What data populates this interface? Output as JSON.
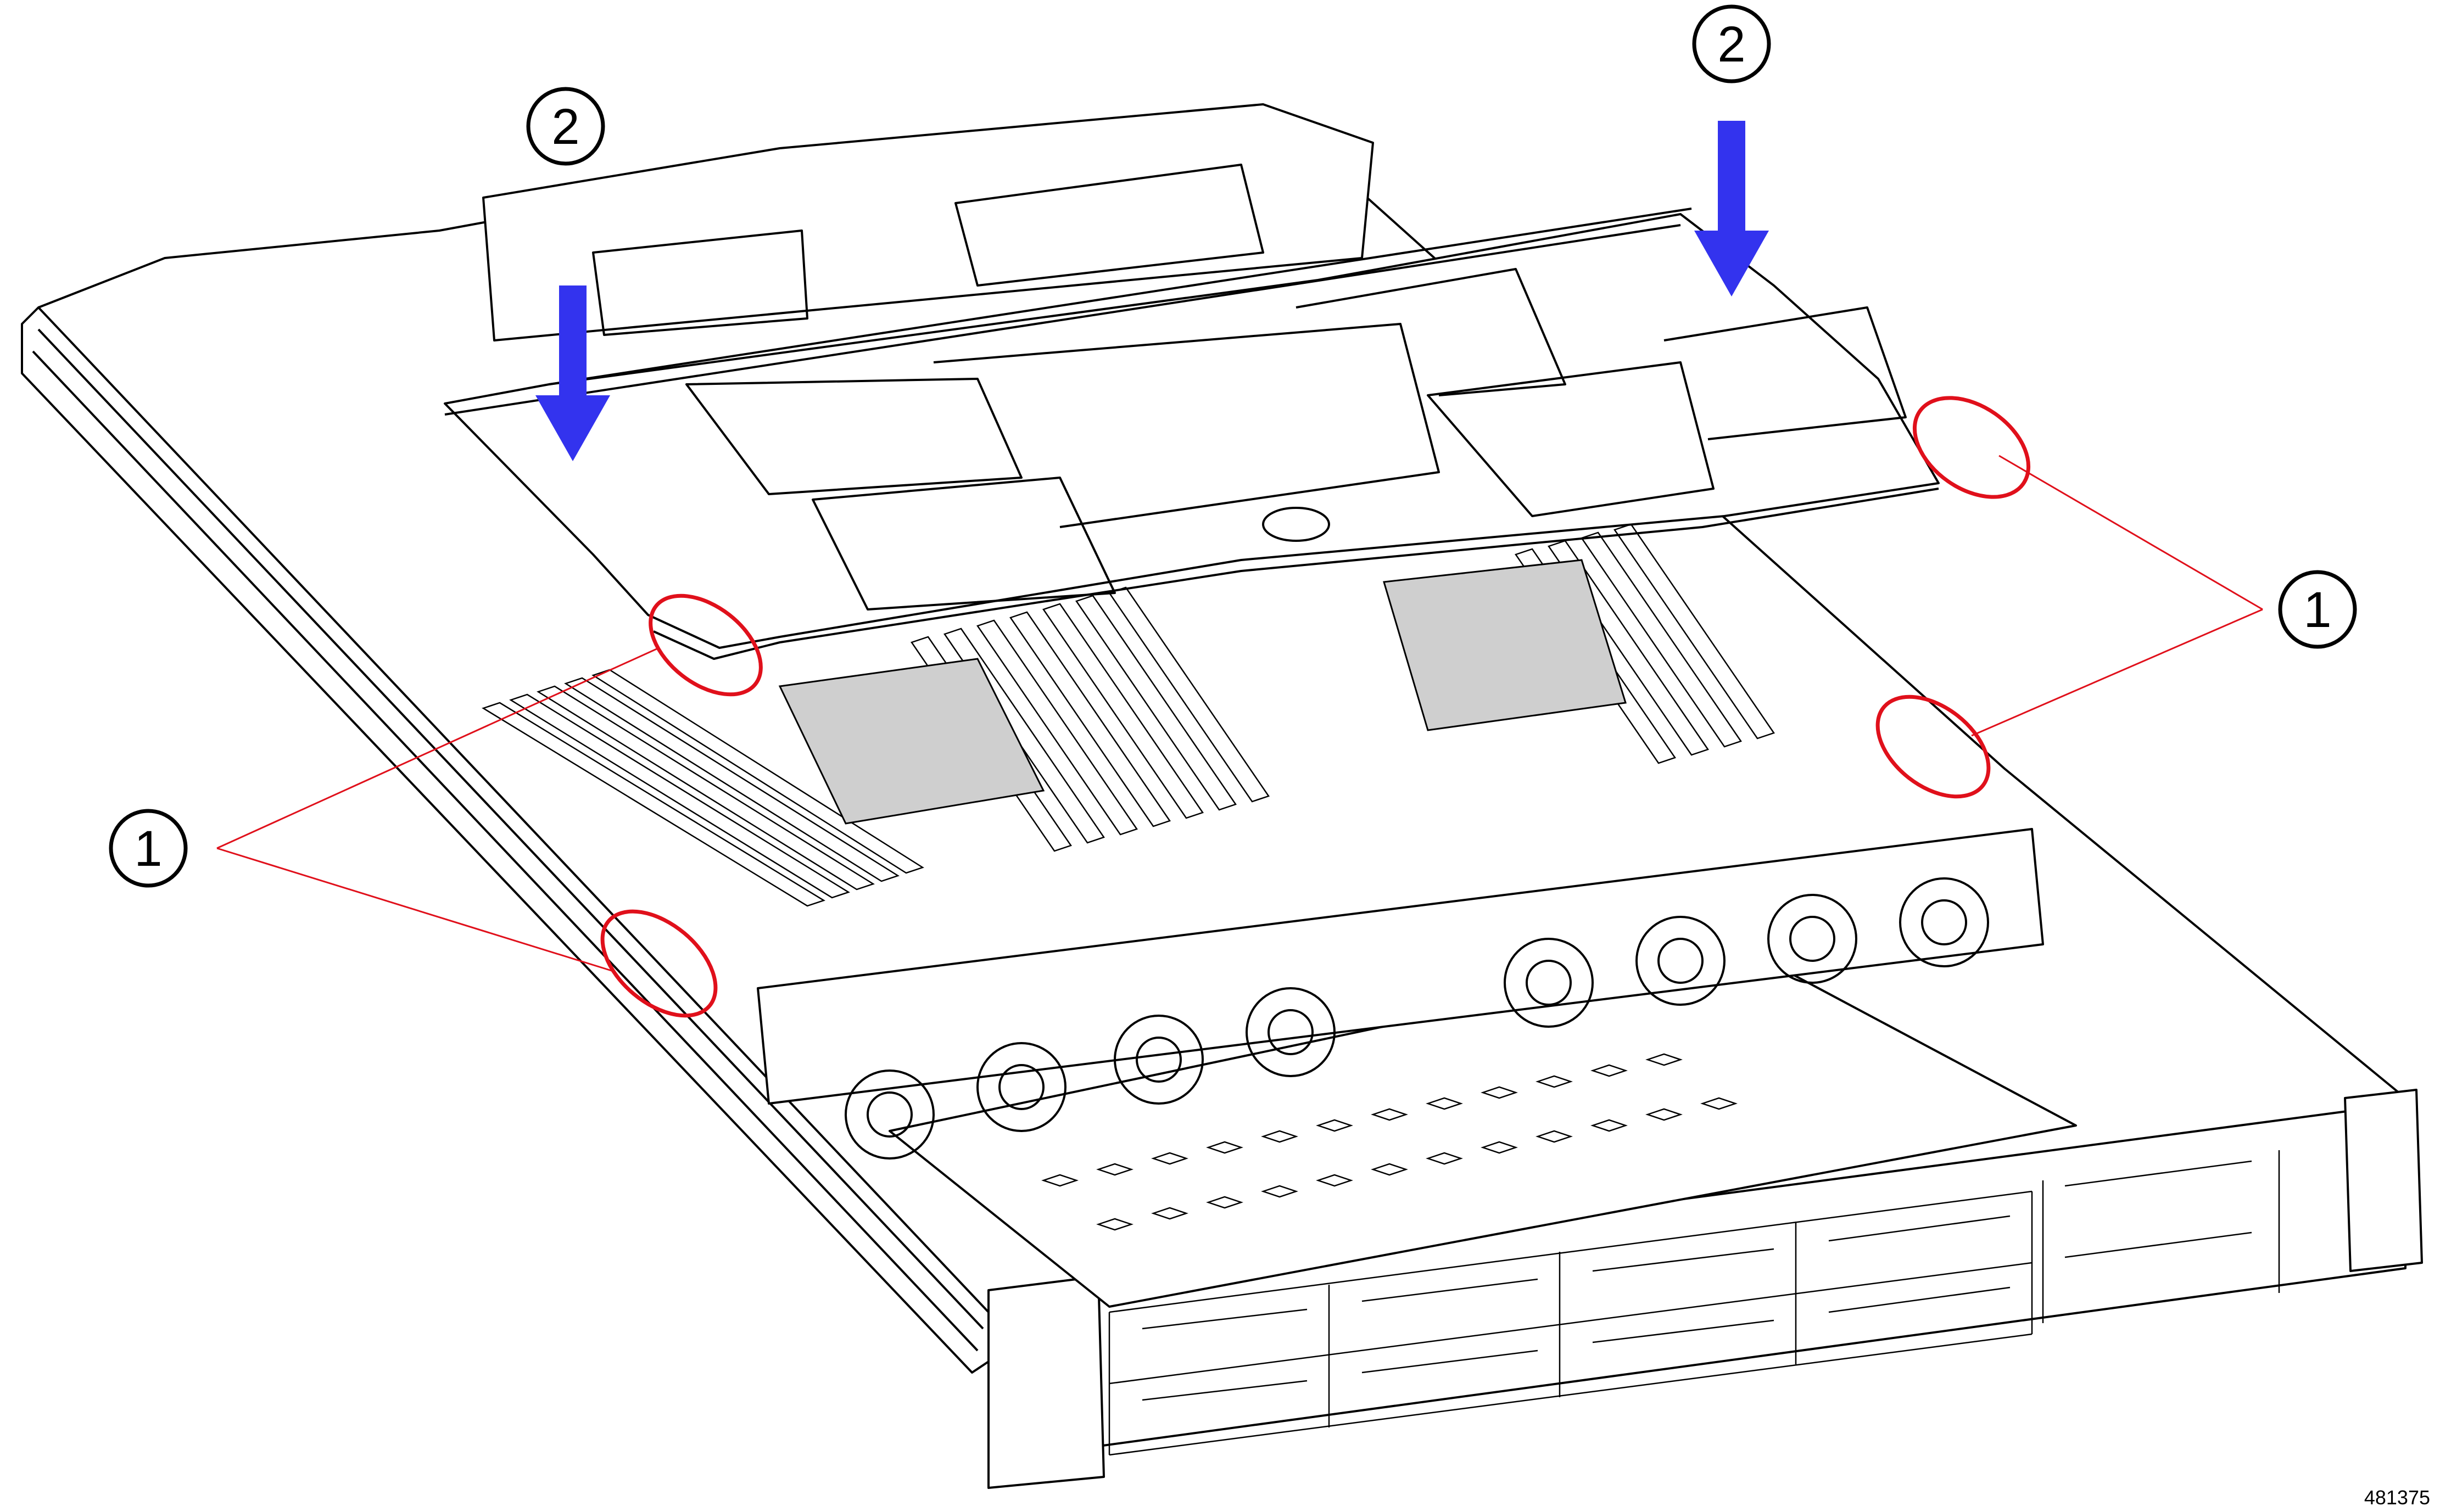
{
  "figure": {
    "id_label": "481375"
  },
  "callouts": {
    "clip_label": "1",
    "lower_label": "2"
  },
  "colors": {
    "clip_highlight": "#e0101b",
    "arrow": "#3333ee",
    "line_art": "#000000",
    "background": "#ffffff"
  },
  "icons": [
    "server-chassis-illustration",
    "air-duct-illustration",
    "down-arrow-icon"
  ]
}
